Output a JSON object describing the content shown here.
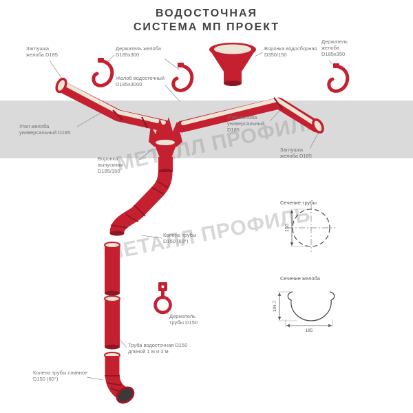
{
  "title": {
    "line1": "ВОДОСТОЧНАЯ",
    "line2": "СИСТЕМА МП ПРОЕКТ"
  },
  "watermark": "МЕТАЛЛ ПРОФИЛЬ",
  "labels": {
    "cap_left": "Заглушка желоба D185",
    "holder_300": "Держатель желоба D185х300",
    "funnel_collect": "Воронка водосборная D350/150",
    "holder_350": "Держатель желоба D185х350",
    "gutter": "Желоб водосточный D185х3000",
    "corner_left": "Угол желоба универсальный D185",
    "corner_right": "Угол желоба универсальный D185",
    "cap_right": "Заглушка желоба D185",
    "funnel_outlet": "Воронка выпускная D185/150",
    "elbow": "Колено трубы D150 (60°)",
    "pipe_holder": "Держатель трубы D150",
    "pipe": "Труба водосточная D150 длиной 1 м и 3 м",
    "elbow_drain": "Колено трубы сливное D150 (60°)",
    "pipe_section_title": "Сечение трубы",
    "gutter_section_title": "Сечение желоба"
  },
  "dimensions": {
    "pipe_diameter": "150",
    "gutter_height": "104.7",
    "gutter_width": "185"
  },
  "colors": {
    "red": "#c4202f",
    "dark_red": "#8e1522",
    "cream": "#ece4d4",
    "band_gray": "#dadada"
  }
}
